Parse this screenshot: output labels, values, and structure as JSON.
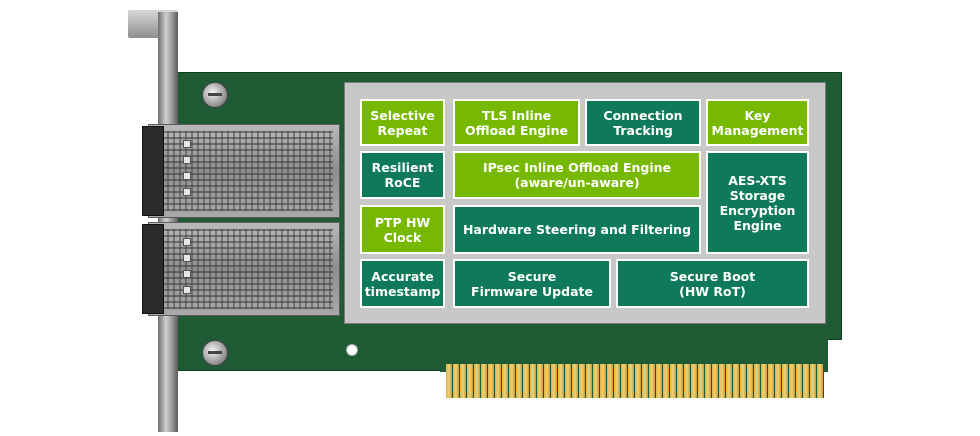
{
  "diagram": {
    "feature_blocks": [
      {
        "id": "selective-repeat",
        "label": "Selective\nRepeat",
        "color": "lime"
      },
      {
        "id": "tls-inline-offload",
        "label": "TLS Inline\nOffload Engine",
        "color": "lime"
      },
      {
        "id": "connection-tracking",
        "label": "Connection\nTracking",
        "color": "teal"
      },
      {
        "id": "key-management",
        "label": "Key\nManagement",
        "color": "lime"
      },
      {
        "id": "resilient-roce",
        "label": "Resilient\nRoCE",
        "color": "teal"
      },
      {
        "id": "ipsec-inline-offload",
        "label": "IPsec Inline Offload Engine\n(aware/un-aware)",
        "color": "lime"
      },
      {
        "id": "aes-xts-storage",
        "label": "AES-XTS\nStorage\nEncryption\nEngine",
        "color": "teal"
      },
      {
        "id": "ptp-hw-clock",
        "label": "PTP HW\nClock",
        "color": "lime"
      },
      {
        "id": "hardware-steering",
        "label": "Hardware Steering and Filtering",
        "color": "teal"
      },
      {
        "id": "accurate-timestamp",
        "label": "Accurate\ntimestamp",
        "color": "teal"
      },
      {
        "id": "secure-firmware-update",
        "label": "Secure\nFirmware Update",
        "color": "teal"
      },
      {
        "id": "secure-boot",
        "label": "Secure Boot\n(HW RoT)",
        "color": "teal"
      }
    ],
    "colors": {
      "lime": "#76b900",
      "teal": "#0f7a5a",
      "panel": "#c8c8c8",
      "pcb": "#1e5a34"
    }
  }
}
